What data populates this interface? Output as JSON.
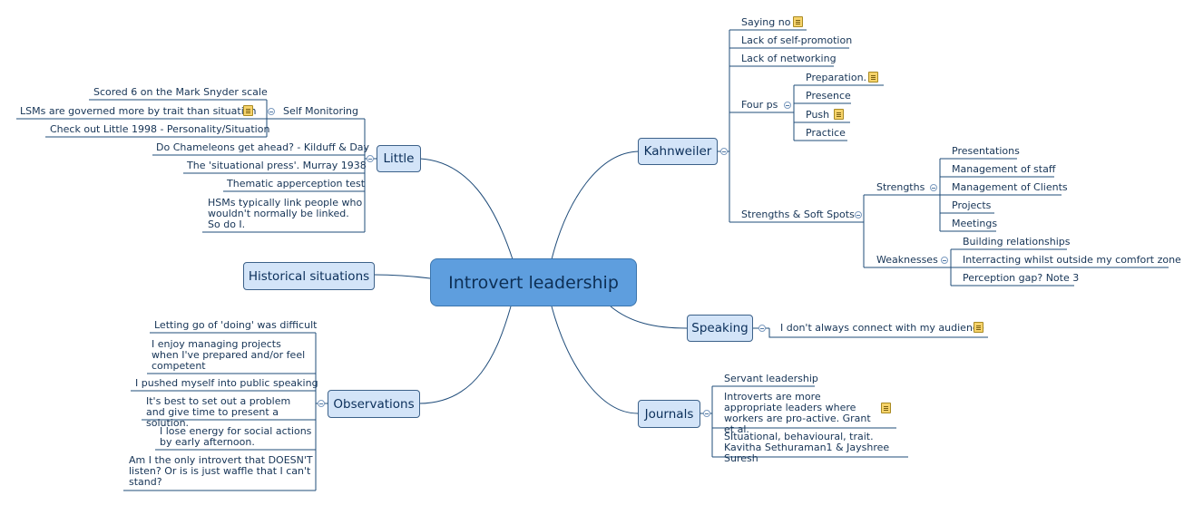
{
  "central": "Introvert leadership",
  "topics": {
    "little": "Little",
    "historical": "Historical situations",
    "observations": "Observations",
    "kahnweiler": "Kahnweiler",
    "speaking": "Speaking",
    "journals": "Journals"
  },
  "little": {
    "self_monitoring": "Self Monitoring",
    "sm_items": [
      "Scored 6 on the Mark Snyder scale",
      "LSMs are governed more by trait than situation",
      "Check out Little 1998 - Personality/Situation"
    ],
    "items": [
      "Do Chameleons get ahead? - Kilduff & Day",
      "The 'situational press'. Murray 1938",
      "Thematic apperception test",
      "HSMs typically link people who wouldn't normally be linked. So do I."
    ]
  },
  "observations": {
    "items": [
      "Letting go of 'doing' was difficult",
      "I enjoy managing projects when I've prepared and/or feel competent",
      "I pushed myself into public speaking",
      "It's best to set out a problem and give time to present a solution.",
      "I lose energy for social actions by early afternoon.",
      "Am I the only introvert that DOESN'T listen? Or is is just waffle that I can't stand?"
    ]
  },
  "kahnweiler": {
    "items": [
      "Saying no",
      "Lack of self-promotion",
      "Lack of networking"
    ],
    "four_ps": "Four ps",
    "four_ps_items": [
      "Preparation.",
      "Presence",
      "Push",
      "Practice"
    ],
    "strengths_soft_spots": "Strengths & Soft Spots",
    "strengths": "Strengths",
    "strengths_items": [
      "Presentations",
      "Management of staff",
      "Management of Clients",
      "Projects",
      "Meetings"
    ],
    "weaknesses": "Weaknesses",
    "weaknesses_items": [
      "Building relationships",
      "Interracting whilst outside my comfort zone",
      "Perception gap? Note 3"
    ]
  },
  "speaking": {
    "items": [
      "I don't always connect with my audience"
    ]
  },
  "journals": {
    "items": [
      "Servant leadership",
      "Introverts are more appropriate leaders where workers are pro-active. Grant et al.",
      "SItuational, behavioural, trait. Kavitha Sethuraman1 & Jayshree Suresh"
    ]
  },
  "icons": {
    "note": "note-icon",
    "collapse": "collapse-toggle-icon"
  },
  "colors": {
    "central_fill": "#5e9ede",
    "topic_fill": "#d3e4f8",
    "line": "#1f4c7a",
    "note": "#f6d36b"
  }
}
